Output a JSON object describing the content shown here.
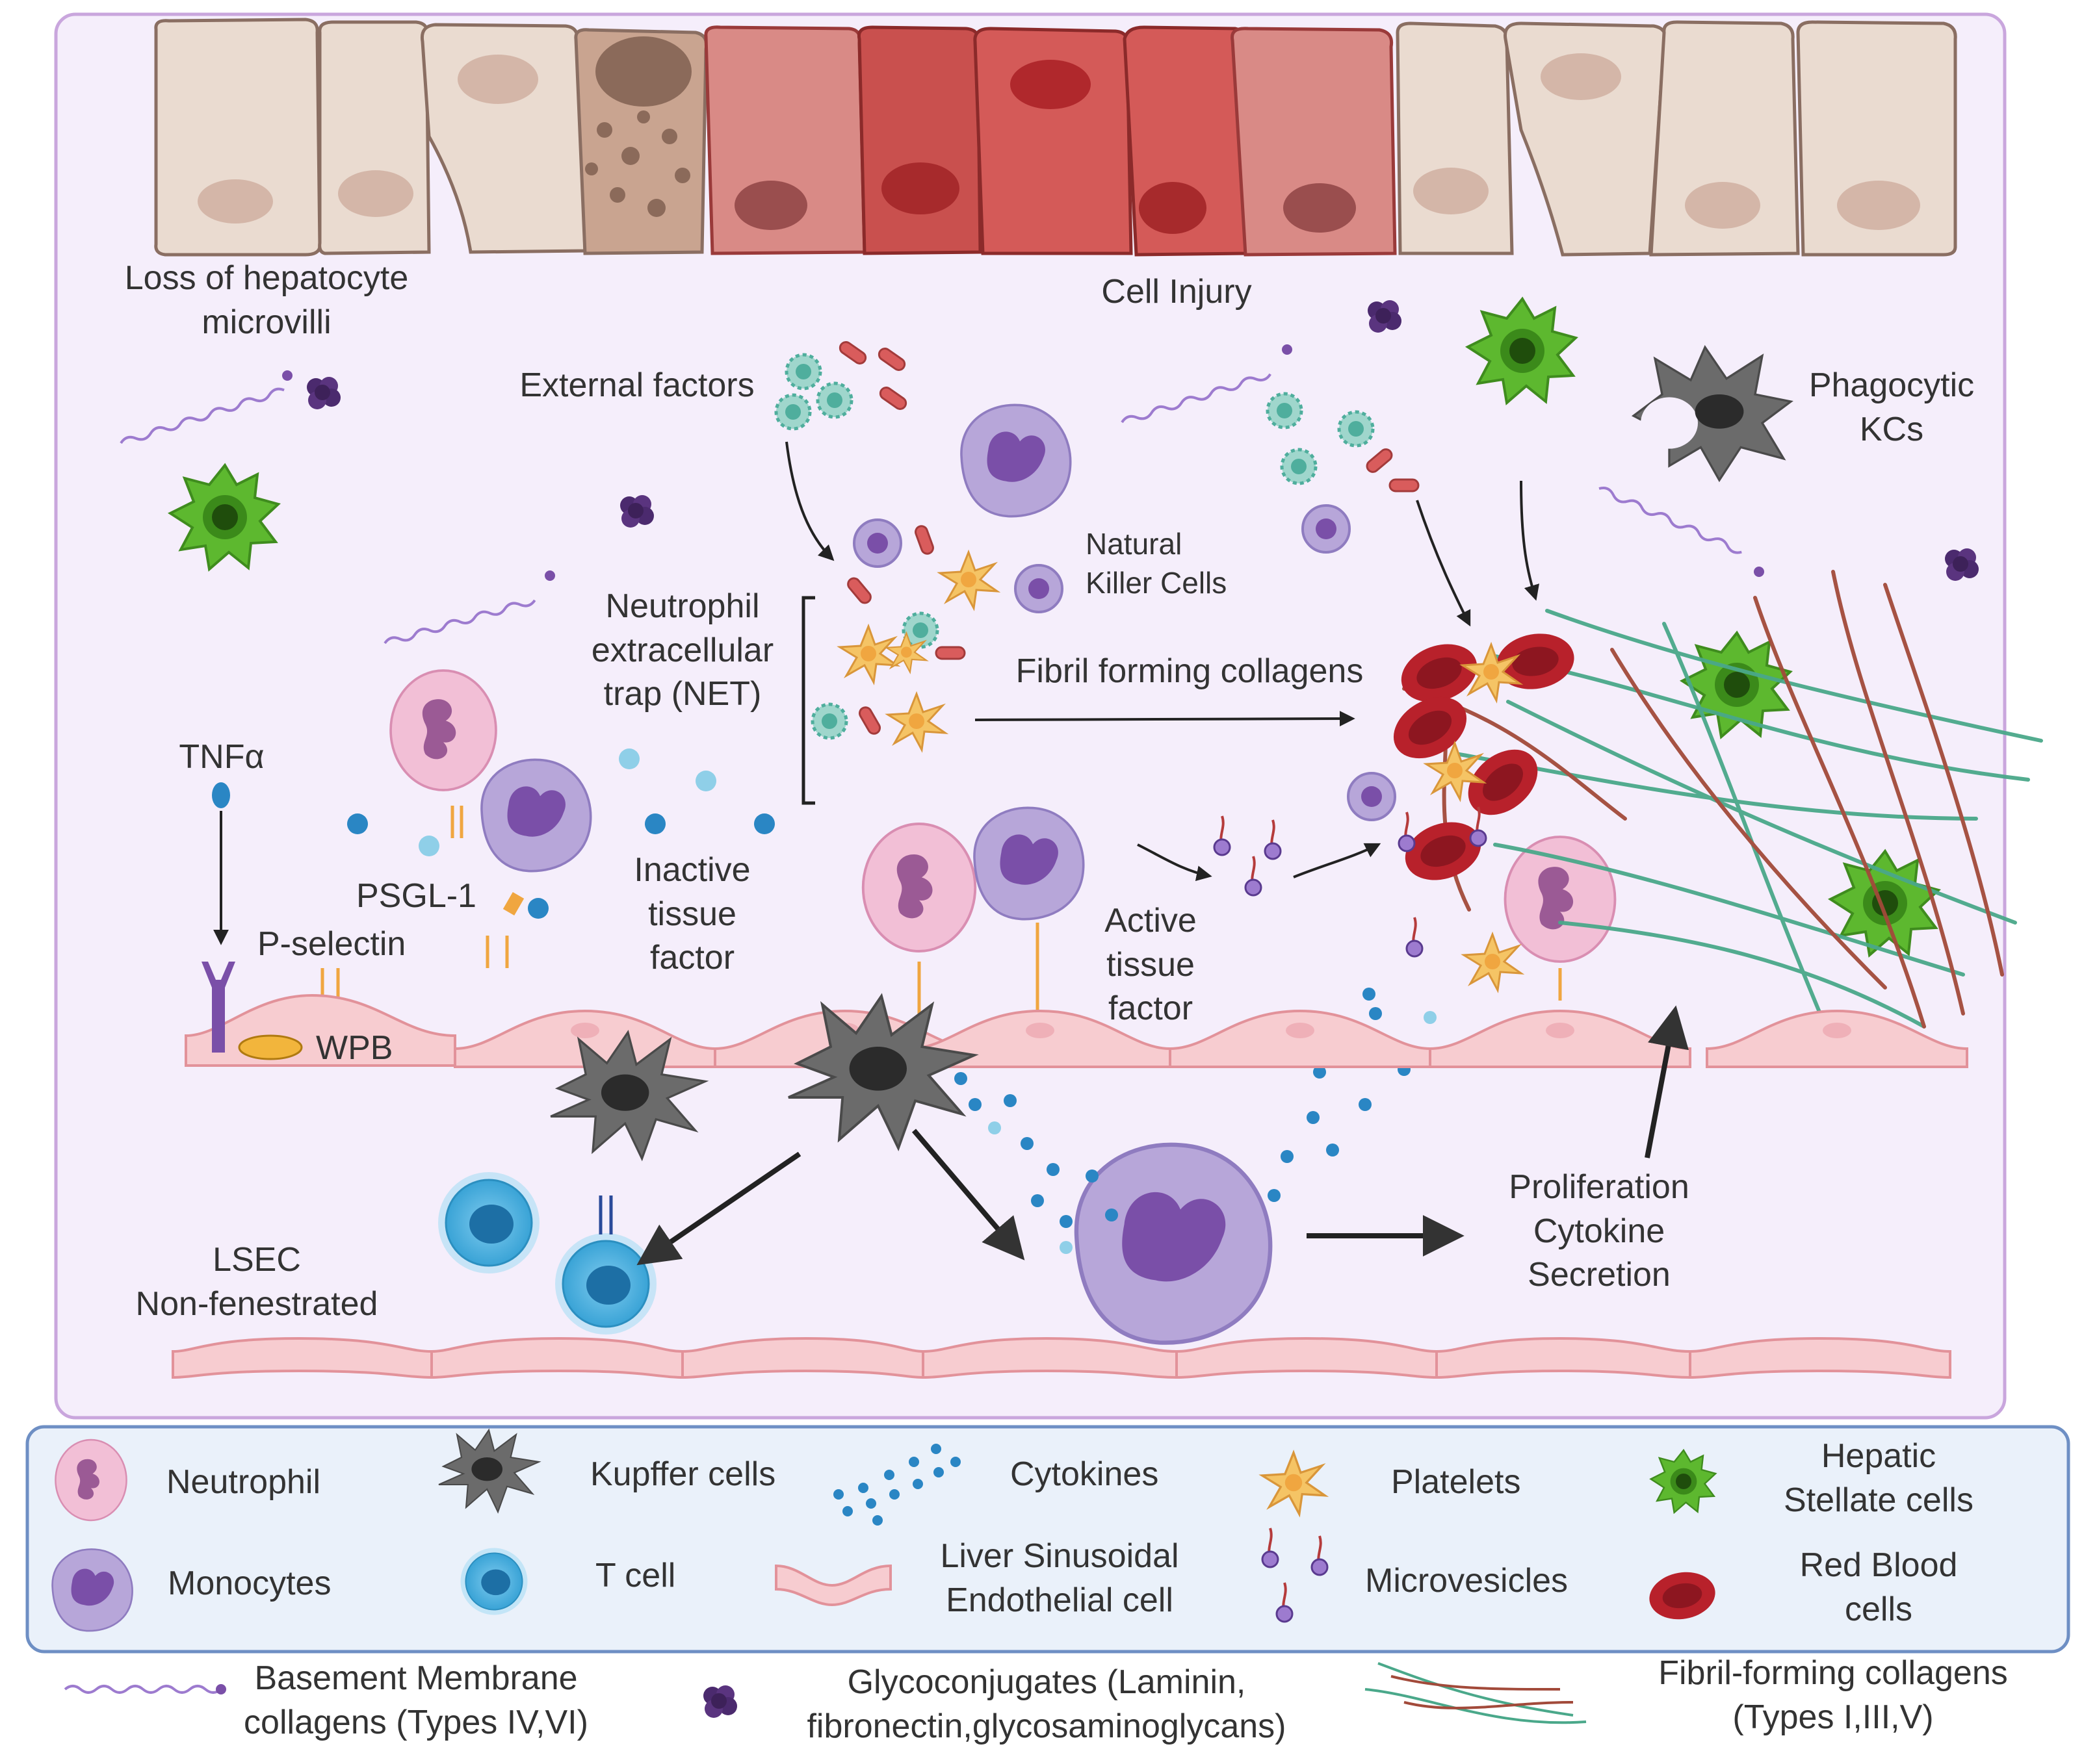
{
  "labels": {
    "loss_microvilli": [
      "Loss of hepatocyte",
      "microvilli"
    ],
    "cell_injury": "Cell Injury",
    "external_factors": "External factors",
    "phagocytic_kcs": [
      "Phagocytic",
      "KCs"
    ],
    "natural_killer": [
      "Natural",
      "Killer Cells"
    ],
    "net": [
      "Neutrophil",
      "extracellular",
      "trap (NET)"
    ],
    "fibril_forming": "Fibril forming collagens",
    "tnfa": "TNFα",
    "psgl1": "PSGL-1",
    "p_selectin": "P-selectin",
    "wpb": "WPB",
    "inactive_tf": [
      "Inactive",
      "tissue",
      "factor"
    ],
    "active_tf": [
      "Active",
      "tissue",
      "factor"
    ],
    "lsec": [
      "LSEC",
      "Non-fenestrated"
    ],
    "proliferation": [
      "Proliferation",
      "Cytokine",
      "Secretion"
    ]
  },
  "legend": {
    "neutrophil": "Neutrophil",
    "kupffer": "Kupffer cells",
    "cytokines": "Cytokines",
    "platelets": "Platelets",
    "stellate": [
      "Hepatic",
      "Stellate cells"
    ],
    "monocytes": "Monocytes",
    "tcell": "T cell",
    "lsec": [
      "Liver Sinusoidal",
      "Endothelial cell"
    ],
    "microvesicles": "Microvesicles",
    "rbc": [
      "Red Blood",
      "cells"
    ],
    "basement": [
      "Basement Membrane",
      "collagens (Types IV,VI)"
    ],
    "glyco": [
      "Glycoconjugates (Laminin,",
      "fibronectin,glycosaminoglycans)"
    ],
    "fibril": [
      "Fibril-forming collagens",
      "(Types I,III,V)"
    ]
  },
  "colors": {
    "panel_bg": "#f5eefb",
    "panel_border": "#c9a6dd",
    "legend_bg": "#eaf1fa",
    "legend_border": "#6e8fc4",
    "hepatocyte": "#eadbd0",
    "hepatocyte_injured": "#d98a86",
    "endothelial": "#f7ccd0",
    "neutrophil": "#f2bfd6",
    "monocyte": "#b7a6d9",
    "kupffer": "#6b6b6b",
    "tcell": "#4aaedc",
    "stellate": "#5db82f",
    "platelet": "#f5c465",
    "rbc": "#b8212b",
    "collagen_green": "#4aa88a",
    "collagen_red": "#a24a3a",
    "cytokine": "#2a86c4",
    "glyco": "#4b2a6e"
  }
}
